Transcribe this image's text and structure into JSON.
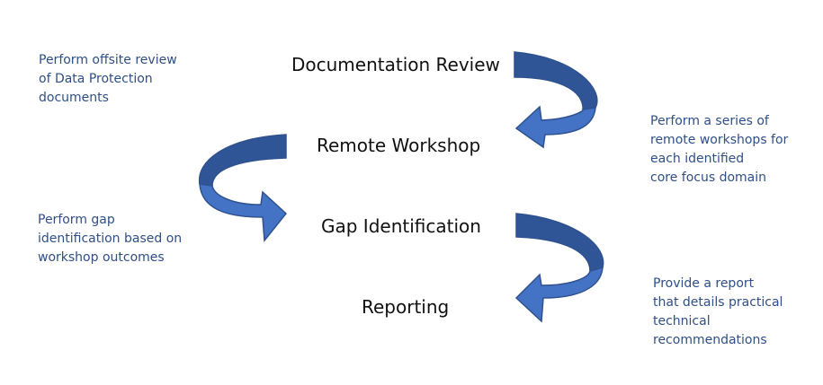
{
  "colors": {
    "arrow_fill": "#4472c4",
    "arrow_stroke": "#2f528f",
    "arrow_shade": "#2f5597",
    "step_text": "#111111",
    "note_text": "#2f4f86"
  },
  "steps": [
    {
      "label": "Documentation Review"
    },
    {
      "label": "Remote Workshop"
    },
    {
      "label": "Gap Identification"
    },
    {
      "label": "Reporting"
    }
  ],
  "notes": [
    {
      "lines": [
        "Perform offsite review",
        "of Data Protection",
        "documents"
      ]
    },
    {
      "lines": [
        "Perform a series of",
        "remote workshops for",
        "each identified",
        "core focus domain"
      ]
    },
    {
      "lines": [
        "Perform gap",
        "identification based on",
        "workshop outcomes"
      ]
    },
    {
      "lines": [
        "Provide a report",
        "that details practical",
        "technical",
        "recommendations"
      ]
    }
  ],
  "arrows": [
    {
      "icon": "curved-arrow-right-to-left-icon"
    },
    {
      "icon": "curved-arrow-left-to-right-icon"
    },
    {
      "icon": "curved-arrow-right-to-left-icon"
    }
  ]
}
